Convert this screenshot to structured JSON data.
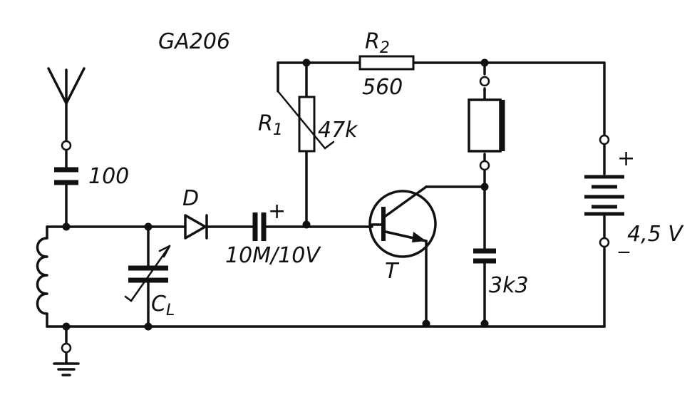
{
  "labels": {
    "transistor_type": "GA206",
    "r2_name": "R",
    "r2_sub": "2",
    "r2_value": "560",
    "r1_name": "R",
    "r1_sub": "1",
    "r1_value": "47k",
    "antenna_cap_value": "100",
    "diode_name": "D",
    "coupling_cap_value": "10M/10V",
    "coupling_cap_polarity": "+",
    "transistor_name": "T",
    "tuning_cap_name": "C",
    "tuning_cap_sub": "L",
    "bypass_cap_value": "3k3",
    "battery_positive": "+",
    "battery_voltage": "4,5 V",
    "battery_negative": "_"
  }
}
